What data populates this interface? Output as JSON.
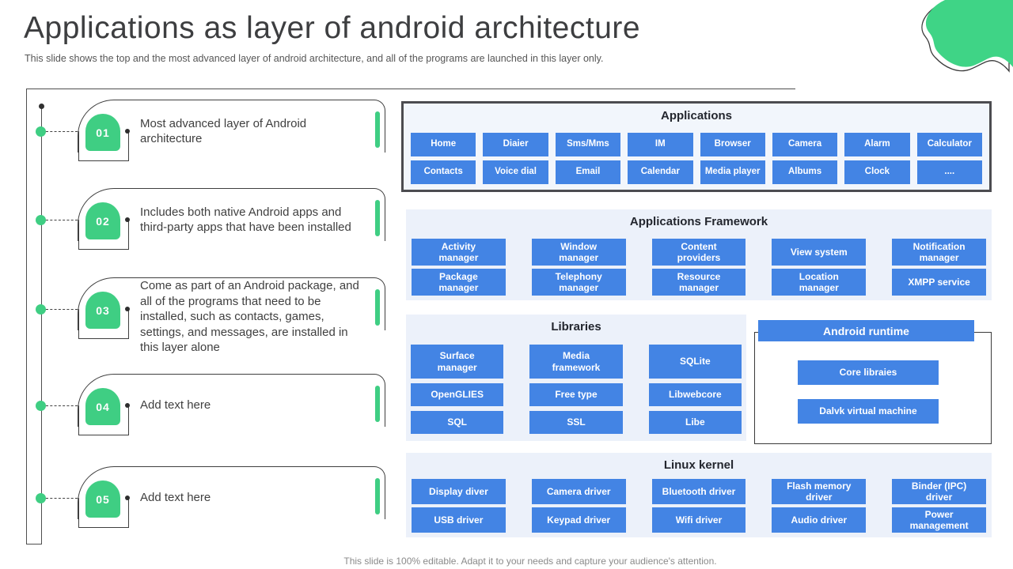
{
  "slide": {
    "title": "Applications as layer of android architecture",
    "subtitle": "This slide shows the top and the most advanced layer of android architecture, and all of the programs are launched in this layer only.",
    "footer": "This slide is 100% editable. Adapt it to your needs and capture your audience's attention."
  },
  "colors": {
    "accent_green": "#3FCE83",
    "button_blue": "#4384E4",
    "section_background": "#ECF1FA",
    "applications_box_background": "#F2F6FC",
    "dark_border": "#4C4C50"
  },
  "timeline": {
    "items": [
      {
        "num": "01",
        "text": "Most advanced layer of Android architecture"
      },
      {
        "num": "02",
        "text": "Includes both native Android apps and third-party apps that have been installed"
      },
      {
        "num": "03",
        "text": "Come as part of an Android package, and all of the programs that need to be installed, such as contacts, games, settings, and messages, are installed in this layer alone"
      },
      {
        "num": "04",
        "text": "Add text here"
      },
      {
        "num": "05",
        "text": "Add text here"
      }
    ]
  },
  "diagram": {
    "applications": {
      "title": "Applications",
      "rows": [
        [
          "Home",
          "Diaier",
          "Sms/Mms",
          "IM",
          "Browser",
          "Camera",
          "Alarm",
          "Calculator"
        ],
        [
          "Contacts",
          "Voice dial",
          "Email",
          "Calendar",
          "Media player",
          "Albums",
          "Clock",
          "...."
        ]
      ]
    },
    "framework": {
      "title": "Applications Framework",
      "rows": [
        [
          "Activity manager",
          "Window manager",
          "Content providers",
          "View system",
          "Notification manager"
        ],
        [
          "Package manager",
          "Telephony manager",
          "Resource manager",
          "Location manager",
          "XMPP service"
        ]
      ]
    },
    "libraries": {
      "title": "Libraries",
      "rows": [
        [
          "Surface manager",
          "Media framework",
          "SQLite"
        ],
        [
          "OpenGLIES",
          "Free type",
          "Libwebcore"
        ],
        [
          "SQL",
          "SSL",
          "Libe"
        ]
      ]
    },
    "runtime": {
      "title": "Android runtime",
      "buttons": [
        "Core libraies",
        "Dalvk virtual machine"
      ]
    },
    "kernel": {
      "title": "Linux kernel",
      "rows": [
        [
          "Display diver",
          "Camera driver",
          "Bluetooth driver",
          "Flash memory driver",
          "Binder (IPC) driver"
        ],
        [
          "USB driver",
          "Keypad driver",
          "Wifi  driver",
          "Audio driver",
          "Power management"
        ]
      ]
    }
  }
}
